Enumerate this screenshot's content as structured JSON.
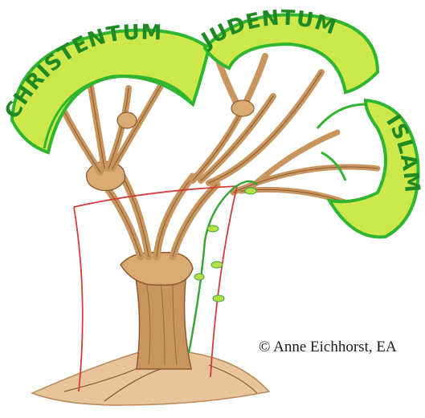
{
  "crowns": {
    "left": "CHRISTENTUM",
    "middle": "JUDENTUM",
    "right": "ISLAM"
  },
  "copyright": "© Anne Eichhorst, EA",
  "colors": {
    "crown_outer": "#2fb52f",
    "crown_inner": "#cde84a",
    "crown_text": "#1f8a24",
    "trunk": "#c9955e",
    "trunk_dark": "#8a5a2e",
    "frame_red": "#d43b3b",
    "vine": "#3aa63a"
  }
}
